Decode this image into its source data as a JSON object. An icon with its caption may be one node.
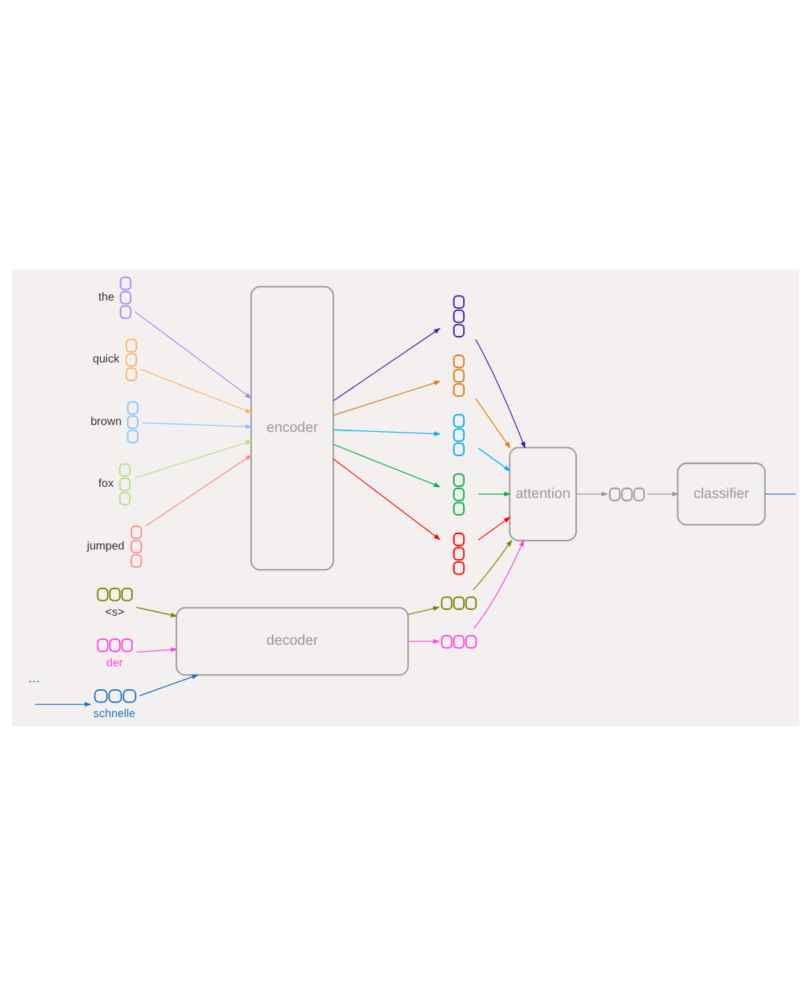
{
  "diagram": {
    "nodes": [
      {
        "text": [],
        "shape": "bar",
        "beside": [
          "the"
        ]
      },
      {
        "text": [],
        "shape": "bar",
        "beside": [
          "quick"
        ]
      },
      {
        "text": [],
        "shape": "bar",
        "beside": [
          "brown"
        ]
      },
      {
        "text": [],
        "shape": "bar",
        "beside": [
          "fox"
        ]
      },
      {
        "text": [],
        "shape": "bar",
        "beside": [
          "jumped"
        ]
      },
      {
        "text": [
          "encoder"
        ]
      },
      {
        "text": [],
        "shape": "bar"
      },
      {
        "text": [],
        "shape": "bar"
      },
      {
        "text": [],
        "shape": "bar"
      },
      {
        "text": [],
        "shape": "bar"
      },
      {
        "text": [],
        "shape": "bar"
      },
      {
        "text": [
          "attention"
        ]
      },
      {
        "text": [],
        "shape": "bar"
      },
      {
        "text": [
          "classifier"
        ]
      },
      {
        "text": [],
        "shape": "bar"
      },
      {
        "text": [],
        "shape": "bar"
      },
      {
        "text": [
          "decoder"
        ]
      },
      {
        "text": [],
        "shape": "bar",
        "beside": [
          "<s>"
        ]
      },
      {
        "text": [],
        "shape": "bar",
        "beside": [
          "der"
        ]
      },
      {
        "text": [],
        "shape": "bar",
        "beside": [
          "schnelle"
        ]
      }
    ],
    "edges": [
      {
        "from": 0,
        "to": 5,
        "arrow": "to",
        "color": "#a58cf0"
      },
      {
        "from": 1,
        "to": 5,
        "arrow": "to",
        "color": "#ffb26b"
      },
      {
        "from": 2,
        "to": 5,
        "arrow": "to",
        "color": "#88c4ff"
      },
      {
        "from": 3,
        "to": 5,
        "arrow": "to",
        "color": "#b5e08a"
      },
      {
        "from": 4,
        "to": 5,
        "arrow": "to",
        "color": "#ff8c8c"
      },
      {
        "from": 5,
        "to": 6,
        "arrow": "to",
        "color": "#3b22b0"
      },
      {
        "from": 5,
        "to": 7,
        "arrow": "to",
        "color": "#e07a10"
      },
      {
        "from": 5,
        "to": 8,
        "arrow": "to",
        "color": "#00b0f0"
      },
      {
        "from": 5,
        "to": 9,
        "arrow": "to",
        "color": "#00b050"
      },
      {
        "from": 5,
        "to": 10,
        "arrow": "to",
        "color": "#ff0000"
      },
      {
        "from": 6,
        "to": 11,
        "arrow": "to",
        "color": "#3b22b0"
      },
      {
        "from": 7,
        "to": 11,
        "arrow": "to",
        "color": "#e07a10"
      },
      {
        "from": 8,
        "to": 11,
        "arrow": "to",
        "color": "#00b0f0"
      },
      {
        "from": 9,
        "to": 11,
        "arrow": "to",
        "color": "#00b050"
      },
      {
        "from": 10,
        "to": 11,
        "arrow": "to",
        "color": "#ff0000"
      },
      {
        "from": 11,
        "to": 12,
        "arrow": "to",
        "color": "#999999"
      },
      {
        "from": 12,
        "to": 13,
        "arrow": "to",
        "color": "#999999"
      },
      {
        "from": 13,
        "to": null,
        "arrow": "none",
        "color": "#1a78c8"
      },
      {
        "from": 16,
        "to": 14,
        "arrow": "to",
        "color": "#808000"
      },
      {
        "from": 16,
        "to": 15,
        "arrow": "to",
        "color": "#ff44dd"
      },
      {
        "from": 14,
        "to": 11,
        "arrow": "to",
        "color": "#808000"
      },
      {
        "from": 15,
        "to": 11,
        "arrow": "to",
        "color": "#ff44dd"
      },
      {
        "from": 17,
        "to": 16,
        "arrow": "to",
        "color": "#808000"
      },
      {
        "from": 18,
        "to": 16,
        "arrow": "to",
        "color": "#ff44dd"
      },
      {
        "from": 19,
        "to": 16,
        "arrow": "to",
        "color": "#1a78c8"
      },
      {
        "from": null,
        "to": 19,
        "arrow": "to",
        "color": "#1a78c8"
      }
    ],
    "labels": [
      "..."
    ]
  }
}
